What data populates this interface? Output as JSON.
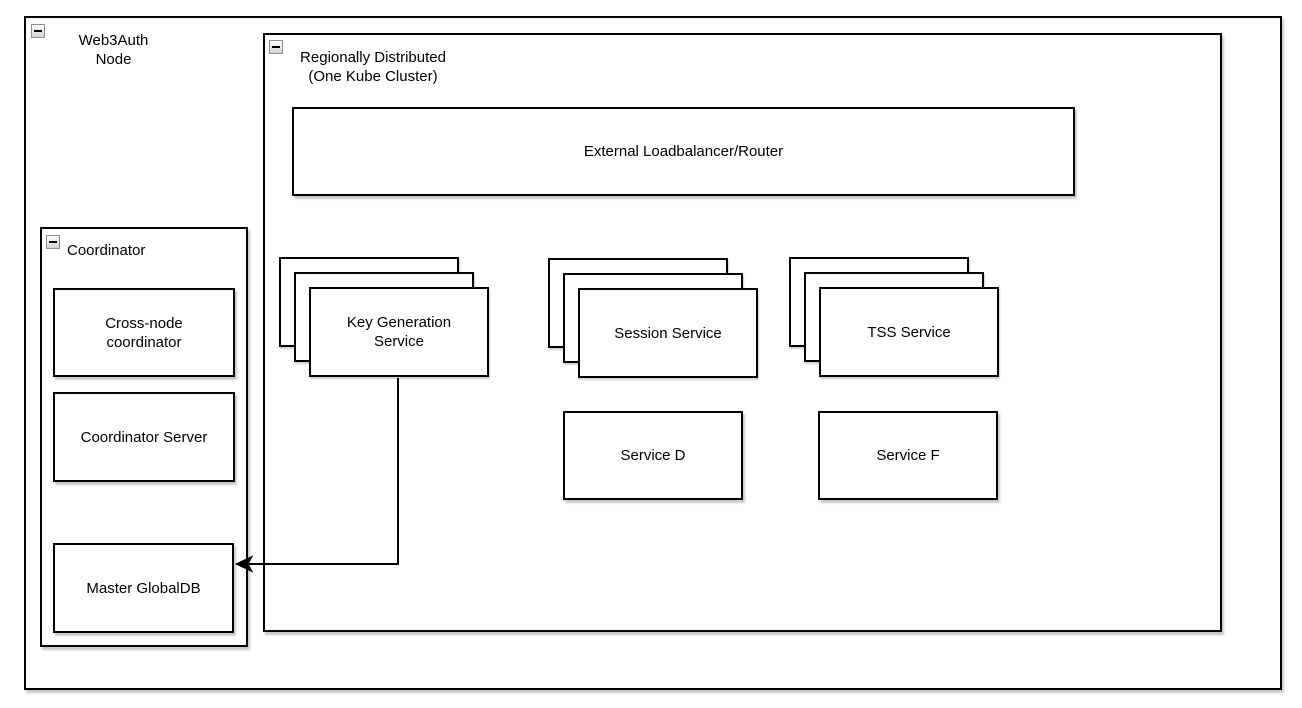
{
  "diagram_type": "architecture-diagram",
  "colors": {
    "stroke": "#000000",
    "fill": "#ffffff",
    "text": "#000000",
    "shadow": "rgba(0,0,0,0.22)",
    "collapse_icon_border": "#8f8f8f"
  },
  "icons": {
    "collapse": "minus-icon"
  },
  "containers": {
    "web3auth": {
      "label": "Web3Auth\nNode",
      "collapsed": false
    },
    "regional": {
      "label": "Regionally Distributed\n(One Kube Cluster)",
      "collapsed": false
    },
    "coordinator": {
      "label": "Coordinator",
      "collapsed": false
    }
  },
  "nodes": {
    "external_lb": {
      "label": "External Loadbalancer/Router"
    },
    "key_generation": {
      "label": "Key Generation\nService",
      "stack_count": 3
    },
    "session_service": {
      "label": "Session Service",
      "stack_count": 3
    },
    "tss_service": {
      "label": "TSS Service",
      "stack_count": 3
    },
    "service_d": {
      "label": "Service D"
    },
    "service_f": {
      "label": "Service F"
    },
    "cross_node": {
      "label": "Cross-node\ncoordinator"
    },
    "coordinator_server": {
      "label": "Coordinator Server"
    },
    "master_globaldb": {
      "label": "Master GlobalDB"
    }
  },
  "edges": [
    {
      "from": "key_generation",
      "to": "master_globaldb",
      "style": "orthogonal",
      "arrow": "classic-left"
    }
  ]
}
